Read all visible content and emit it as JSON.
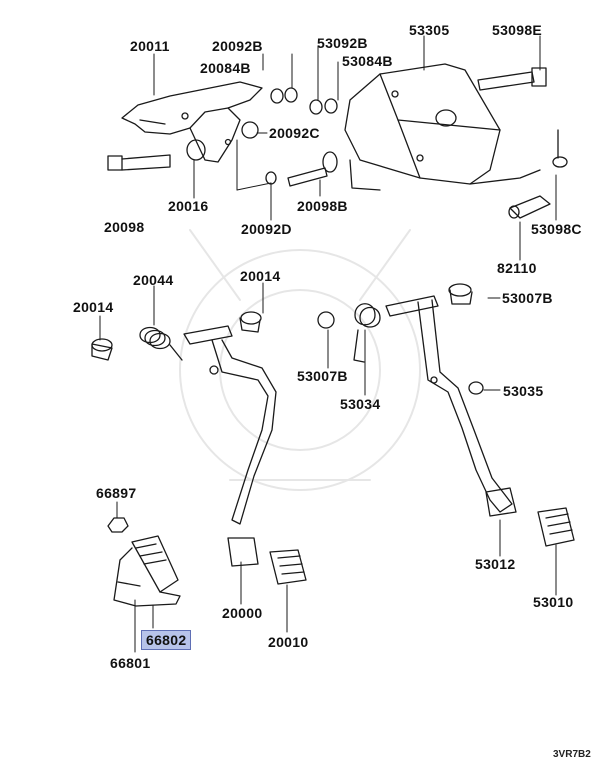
{
  "diagram_code": "3VR7B2",
  "highlight_color": "#b7c3ea",
  "parts": {
    "p20011": "20011",
    "p20092B": "20092B",
    "p53092B": "53092B",
    "p53305": "53305",
    "p53098E": "53098E",
    "p20084B": "20084B",
    "p53084B": "53084B",
    "p20092C": "20092C",
    "p20016": "20016",
    "p20098": "20098",
    "p20092D": "20092D",
    "p20098B": "20098B",
    "p53098C": "53098C",
    "p82110": "82110",
    "p20044": "20044",
    "p20014a": "20014",
    "p20014b": "20014",
    "p53007Ba": "53007B",
    "p53007Bb": "53007B",
    "p53034": "53034",
    "p53035": "53035",
    "p66897": "66897",
    "p66802": "66802",
    "p66801": "66801",
    "p20000": "20000",
    "p20010": "20010",
    "p53012": "53012",
    "p53010": "53010"
  }
}
